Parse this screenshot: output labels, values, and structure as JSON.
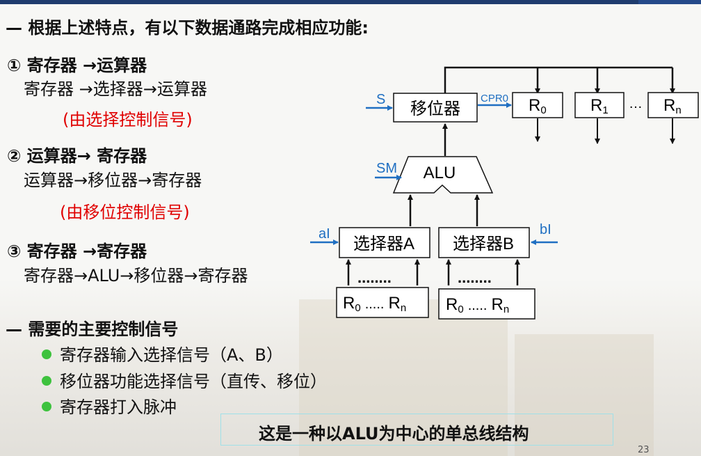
{
  "heading": "— 根据上述特点，有以下数据通路完成相应功能:",
  "items": [
    {
      "title": "① 寄存器 →运算器",
      "path": "寄存器 →选择器→运算器",
      "control": "(由选择控制信号)"
    },
    {
      "title": "② 运算器→ 寄存器",
      "path": "运算器→移位器→寄存器",
      "control": "(由移位控制信号)"
    },
    {
      "title": "③ 寄存器 →寄存器",
      "path": "寄存器→ALU→移位器→寄存器",
      "control": ""
    }
  ],
  "signals_heading": "— 需要的主要控制信号",
  "signals": [
    "寄存器输入选择信号（A、B）",
    "移位器功能选择信号（直传、移位）",
    "寄存器打入脉冲"
  ],
  "summary": "这是一种以ALU为中心的单总线结构",
  "page_number": "23",
  "diagram": {
    "shifter_label": "移位器",
    "shifter_signal": "S",
    "alu_label": "ALU",
    "alu_signal": "SM",
    "cpr_label": "CPR0",
    "registers": [
      {
        "base": "R",
        "sub": "0"
      },
      {
        "base": "R",
        "sub": "1"
      },
      {
        "base": "R",
        "sub": "n"
      }
    ],
    "reg_ellipsis": "…",
    "selector_a": "选择器A",
    "selector_b": "选择器B",
    "signal_a": "aI",
    "signal_b": "bI",
    "dots": "........",
    "bank_a": {
      "r0": "R",
      "r0_sub": "0",
      "mid": ".....",
      "rn": "R",
      "rn_sub": "n"
    },
    "bank_b": {
      "r0": "R",
      "r0_sub": "0",
      "mid": ".....",
      "rn": "R",
      "rn_sub": "n"
    }
  },
  "colors": {
    "accent": "#1f6fc2",
    "red": "#e00000",
    "bullet": "#3ec23e",
    "topbar": "#1f3c6e"
  }
}
